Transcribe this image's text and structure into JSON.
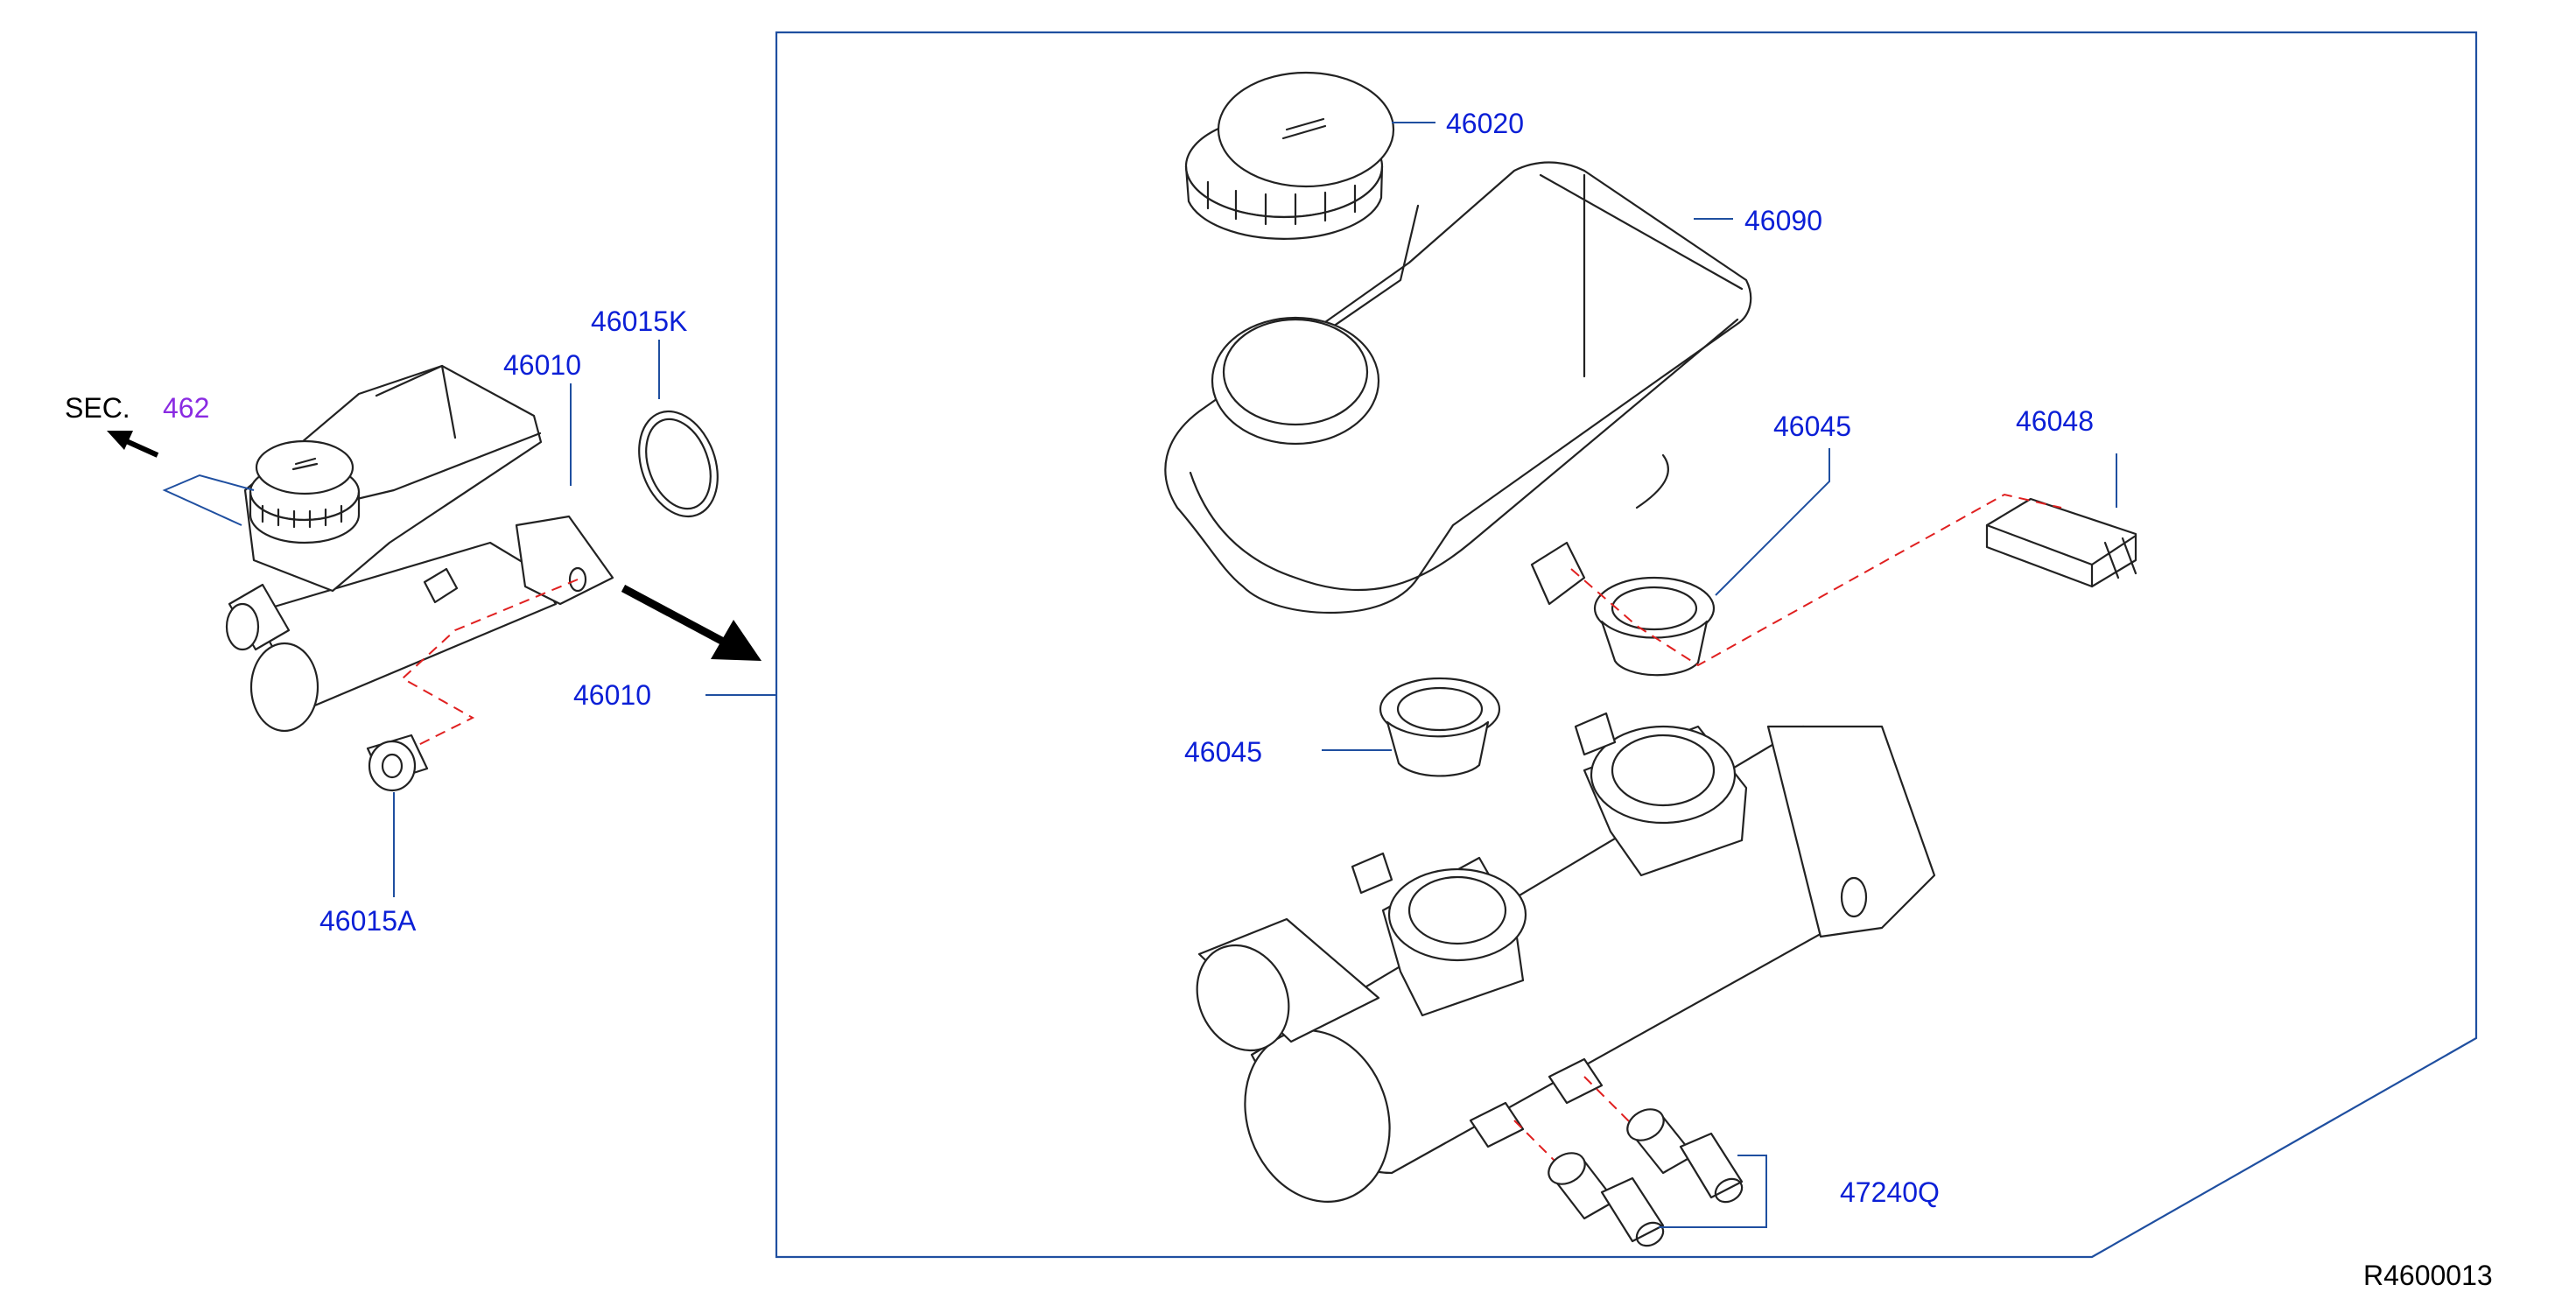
{
  "colors": {
    "label": "#0b1fd6",
    "section_ref": "#8a2be2",
    "leader": "#1f4fa0",
    "hidden_line": "#e02020",
    "line_art": "#222222",
    "text_black": "#000000"
  },
  "section_ref": {
    "prefix": "SEC.",
    "number": "462"
  },
  "labels": {
    "overview_master_cylinder": "46010",
    "overview_o_ring": "46015K",
    "overview_seal": "46015A",
    "detail_master_cylinder": "46010",
    "cap": "46020",
    "reservoir_tank": "46090",
    "grommet_upper": "46045",
    "grommet_lower": "46045",
    "pin": "46048",
    "valve": "47240Q"
  },
  "diagram_code": "R4600013"
}
